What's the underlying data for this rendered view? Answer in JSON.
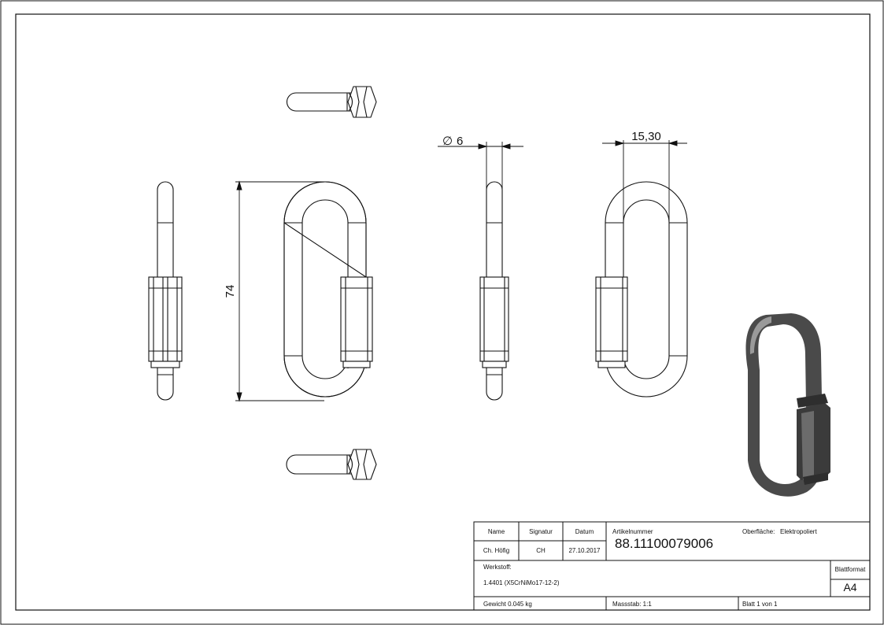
{
  "dimensions": {
    "length": "74",
    "diameter_symbol": "∅",
    "diameter": "6",
    "width": "15,30"
  },
  "title_block": {
    "headers": {
      "name": "Name",
      "signature": "Signatur",
      "date": "Datum"
    },
    "values": {
      "name": "Ch. Höfig",
      "signature": "CH",
      "date": "27.10.2017"
    },
    "article_label": "Artikelnummer",
    "article_number": "88.11100079006",
    "surface_label": "Oberfläche:",
    "surface_value": "Elektropoliert",
    "material_label": "Werkstoff:",
    "material_value": "1.4401 (X5CrNiMo17-12-2)",
    "format_label": "Blattformat",
    "format_value": "A4",
    "weight": "Gewicht 0.045 kg",
    "scale": "Massstab: 1:1",
    "sheet": "Blatt 1 von 1"
  },
  "colors": {
    "line": "#111111",
    "part_fill": "#ffffff",
    "render_dark": "#4a4a4a",
    "render_light": "#9a9a9a"
  }
}
